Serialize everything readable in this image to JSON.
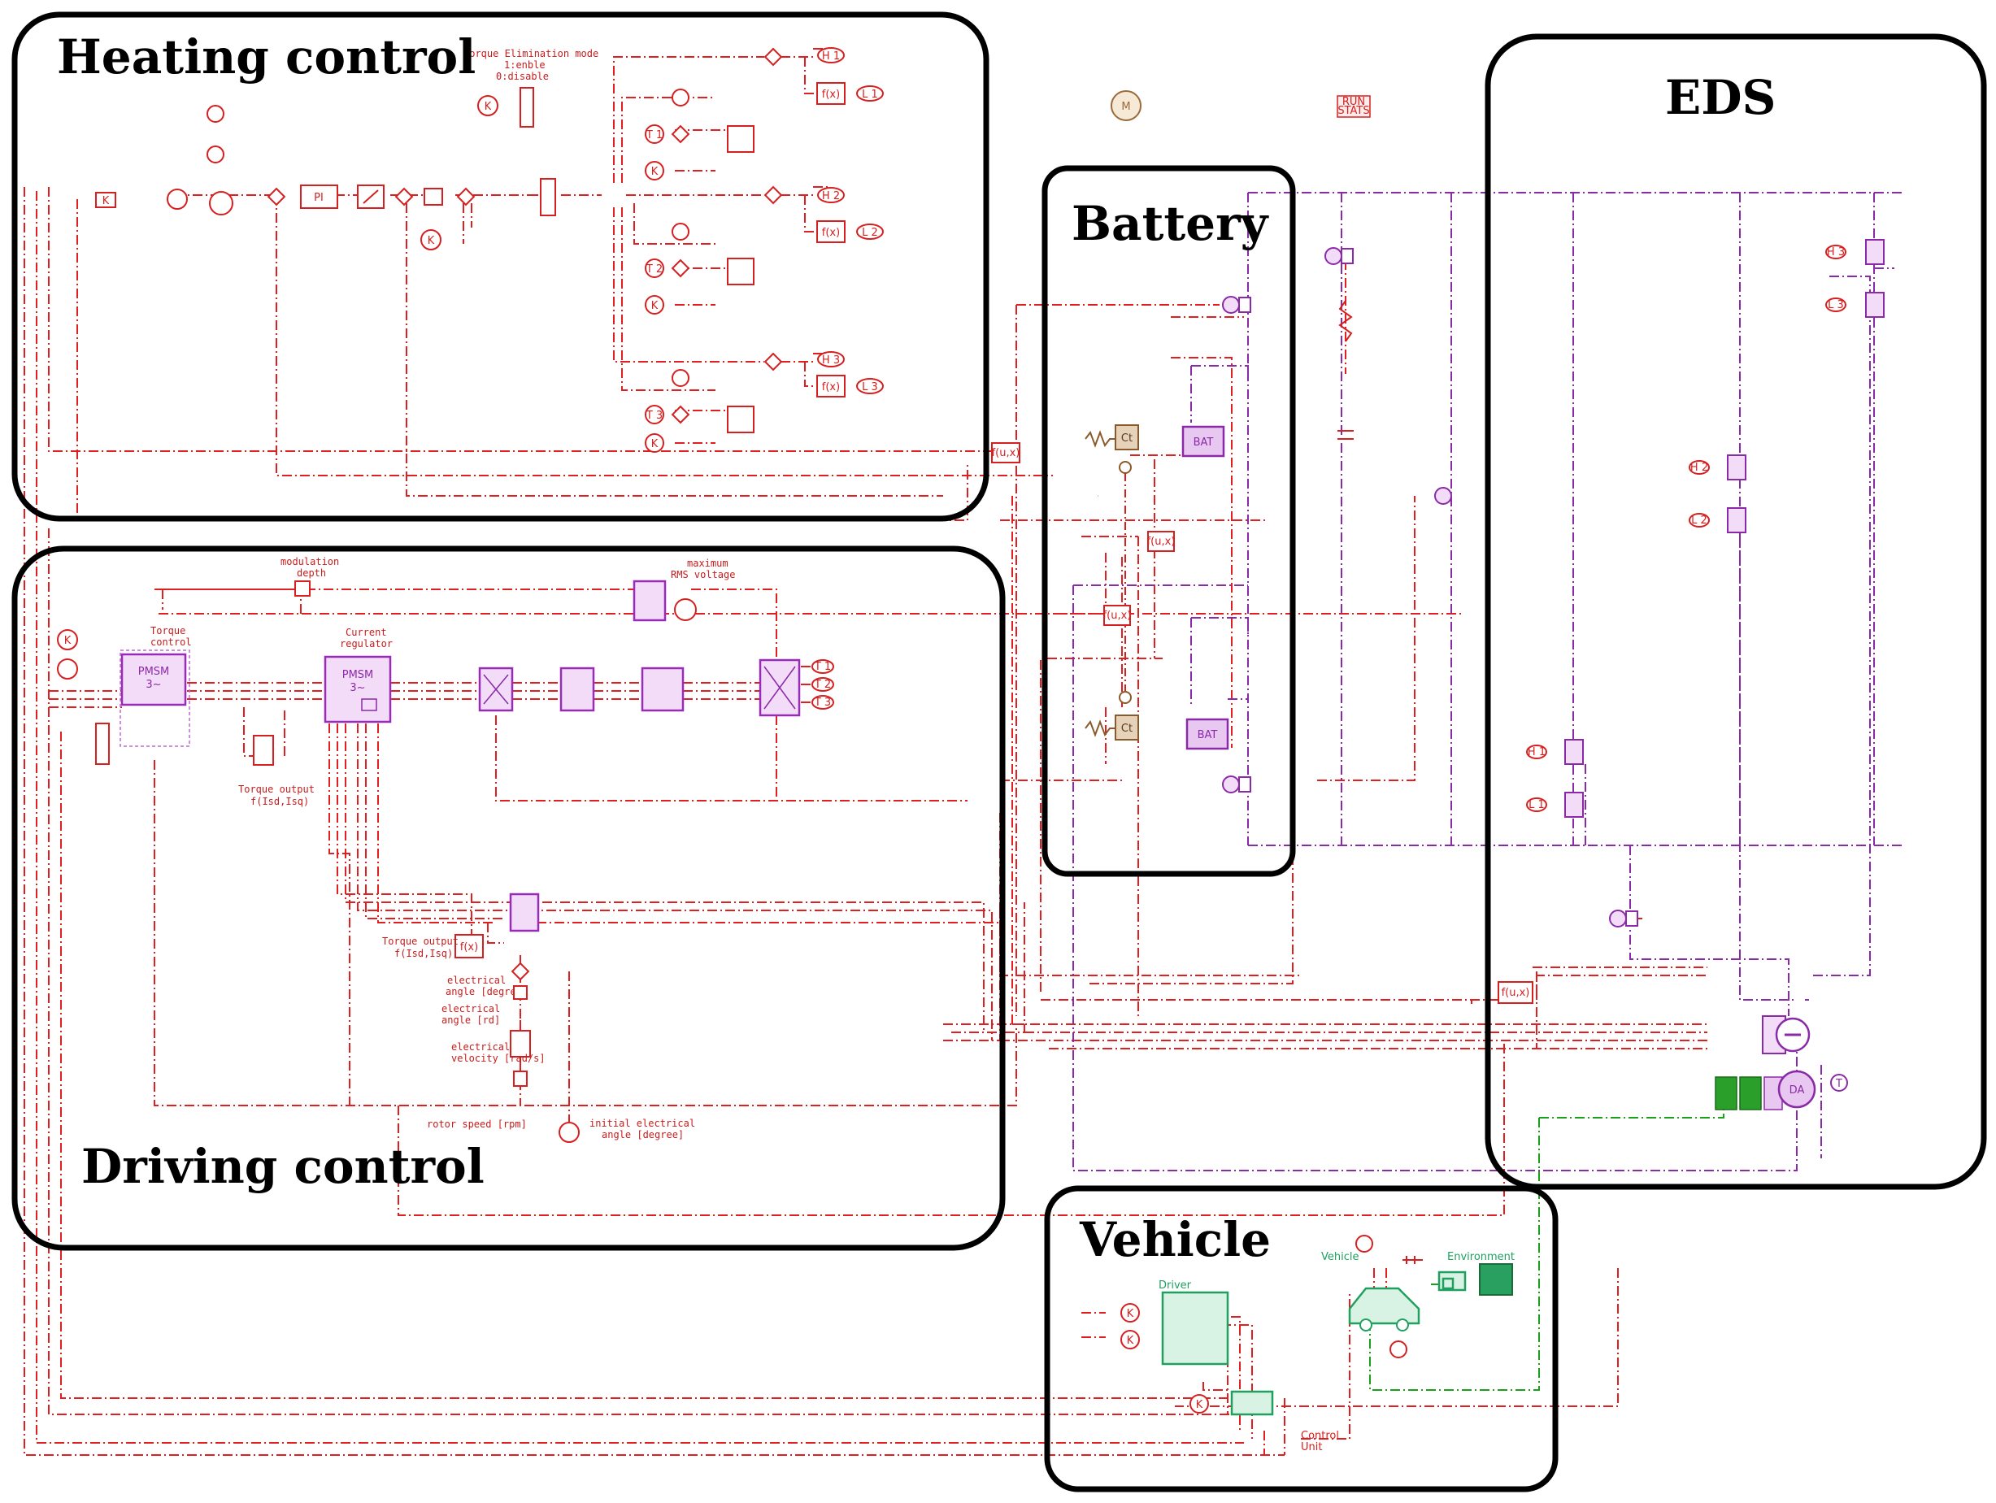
{
  "regions": {
    "heating": "Heating control",
    "driving": "Driving control",
    "battery": "Battery",
    "eds": "EDS",
    "vehicle": "Vehicle"
  },
  "labels": {
    "torque_elim_1": "Torque Elimination mode",
    "torque_elim_2": "1:enble",
    "torque_elim_3": "0:disable",
    "modulation_1": "modulation",
    "modulation_2": "depth",
    "max_rms_1": "maximum",
    "max_rms_2": "RMS voltage",
    "torque_control_1": "Torque",
    "torque_control_2": "control",
    "current_reg_1": "Current",
    "current_reg_2": "regulator",
    "torque_out_1_a": "Torque output",
    "torque_out_1_b": "f(Isd,Isq)",
    "torque_out_2_a": "Torque output",
    "torque_out_2_b": "f(Isd,Isq)",
    "elec_angle_deg_1": "electrical",
    "elec_angle_deg_2": "angle [degree]",
    "elec_angle_rd_1": "electrical",
    "elec_angle_rd_2": "angle [rd]",
    "elec_vel_1": "electrical",
    "elec_vel_2": "velocity [rad/s]",
    "rotor_speed": "rotor speed [rpm]",
    "init_angle_1": "initial electrical",
    "init_angle_2": "angle [degree]",
    "run_stats_1": "RUN",
    "run_stats_2": "STATS",
    "motor_icon": "M",
    "driver": "Driver",
    "vehicle_block": "Vehicle",
    "environment": "Environment",
    "control_unit_1": "Control",
    "control_unit_2": "Unit",
    "pmsm": "PMSM",
    "pmsm_sub": "3~",
    "pi": "PI",
    "bat": "BAT",
    "ct": "Ct",
    "fx": "f(x)",
    "fuxy": "f(u,x)",
    "h1": "H 1",
    "l1": "L 1",
    "h2": "H 2",
    "l2": "L 2",
    "h3": "H 3",
    "l3": "L 3",
    "t1": "T 1",
    "t2": "T 2",
    "t3": "T 3",
    "k": "K",
    "da": "DA",
    "t": "T"
  },
  "colors": {
    "signal": "#e02020",
    "power": "#8b2aa8",
    "mechanical": "#1aa01a",
    "vehicle": "#20a060",
    "battery_ct": "#8a5a2a",
    "region_border": "#000000"
  }
}
